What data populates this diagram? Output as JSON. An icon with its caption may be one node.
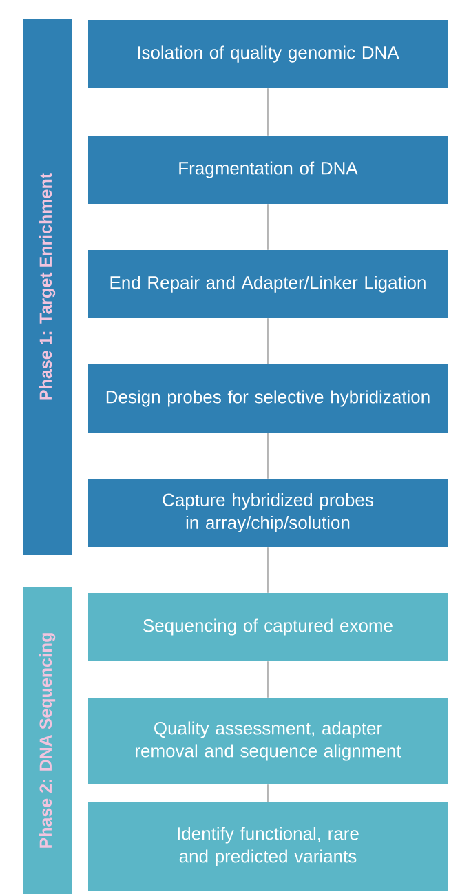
{
  "diagram": {
    "nodes": [
      {
        "text": [
          "Phase 1: Target Enrichment"
        ]
      },
      {
        "text": [
          "Isolation of quality genomic DNA"
        ]
      },
      {
        "text": [
          "Fragmentation of DNA"
        ]
      },
      {
        "text": [
          "End Repair and Adapter/Linker Ligation"
        ]
      },
      {
        "text": [
          "Design probes for selective hybridization"
        ]
      },
      {
        "text": [
          "Capture hybridized probes in array/chip/solution"
        ]
      },
      {
        "text": [
          "Phase 2: DNA Sequencing"
        ]
      },
      {
        "text": [
          "Sequencing of captured exome"
        ]
      },
      {
        "text": [
          "Quality assessment, adapter removal and sequence alignment"
        ]
      },
      {
        "text": [
          "Identify functional, rare and predicted variants"
        ]
      }
    ],
    "edges": [
      {
        "from": 1,
        "to": 2,
        "arrow": "none"
      },
      {
        "from": 2,
        "to": 3,
        "arrow": "none"
      },
      {
        "from": 3,
        "to": 4,
        "arrow": "none"
      },
      {
        "from": 4,
        "to": 5,
        "arrow": "none"
      },
      {
        "from": 5,
        "to": 7,
        "arrow": "none"
      },
      {
        "from": 7,
        "to": 8,
        "arrow": "none"
      },
      {
        "from": 8,
        "to": 9,
        "arrow": "none"
      }
    ]
  }
}
